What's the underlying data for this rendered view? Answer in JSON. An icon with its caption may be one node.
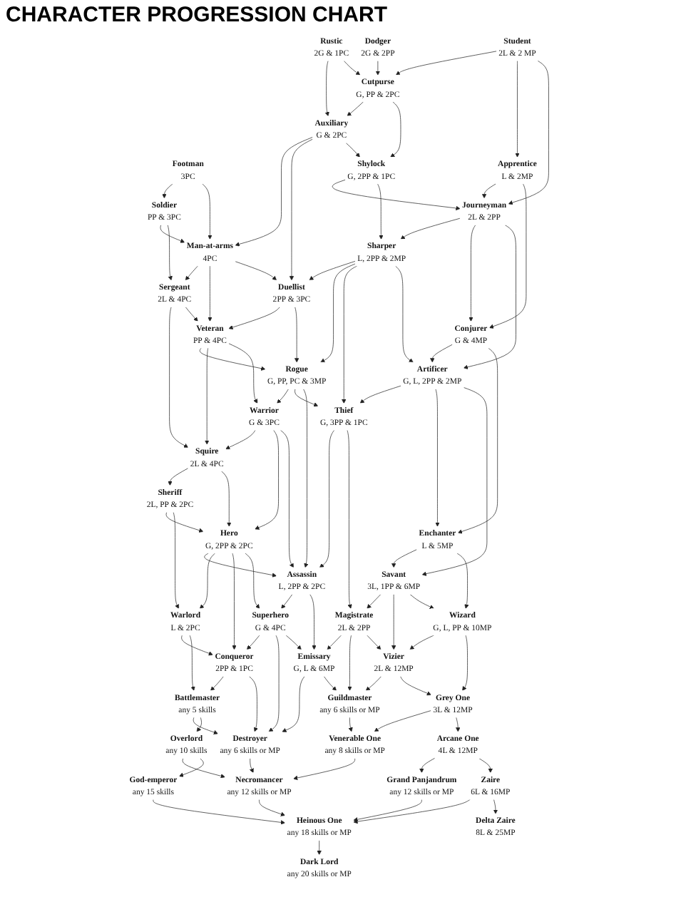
{
  "diagram": {
    "title": "CHARACTER PROGRESSION CHART",
    "nodes": [
      {
        "text": [
          "Footman",
          "3PC"
        ]
      },
      {
        "text": [
          "Rustic",
          "2G & 1PC"
        ]
      },
      {
        "text": [
          "Dodger",
          "2G & 2PP"
        ]
      },
      {
        "text": [
          "Student",
          "2L & 2 MP"
        ]
      },
      {
        "text": [
          "Soldier",
          "PP & 3PC"
        ]
      },
      {
        "text": [
          "Auxiliary",
          "G & 2PC"
        ]
      },
      {
        "text": [
          "Cutpurse",
          "G, PP & 2PC"
        ]
      },
      {
        "text": [
          "Apprentice",
          "L & 2MP"
        ]
      },
      {
        "text": [
          "Man-at-arms",
          "4PC"
        ]
      },
      {
        "text": [
          "Shylock",
          "G, 2PP & 1PC"
        ]
      },
      {
        "text": [
          "Journeyman",
          "2L & 2PP"
        ]
      },
      {
        "text": [
          "Sergeant",
          "2L & 4PC"
        ]
      },
      {
        "text": [
          "Duellist",
          "2PP & 3PC"
        ]
      },
      {
        "text": [
          "Sharper",
          "L, 2PP & 2MP"
        ]
      },
      {
        "text": [
          "Conjurer",
          "G & 4MP"
        ]
      },
      {
        "text": [
          "Veteran",
          "PP & 4PC"
        ]
      },
      {
        "text": [
          "Rogue",
          "G, PP, PC & 3MP"
        ]
      },
      {
        "text": [
          "Artificer",
          "G, L, 2PP & 2MP"
        ]
      },
      {
        "text": [
          "Squire",
          "2L & 4PC"
        ]
      },
      {
        "text": [
          "Warrior",
          "G & 3PC"
        ]
      },
      {
        "text": [
          "Thief",
          "G, 3PP & 1PC"
        ]
      },
      {
        "text": [
          "Enchanter",
          "L & 5MP"
        ]
      },
      {
        "text": [
          "Sheriff",
          "2L, PP & 2PC"
        ]
      },
      {
        "text": [
          "Hero",
          "G, 2PP & 2PC"
        ]
      },
      {
        "text": [
          "Assassin",
          "L, 2PP & 2PC"
        ]
      },
      {
        "text": [
          "Savant",
          "3L, 1PP & 6MP"
        ]
      },
      {
        "text": [
          "Warlord",
          "L & 2PC"
        ]
      },
      {
        "text": [
          "Superhero",
          "G & 4PC"
        ]
      },
      {
        "text": [
          "Magistrate",
          "2L & 2PP"
        ]
      },
      {
        "text": [
          "Wizard",
          "G, L, PP & 10MP"
        ]
      },
      {
        "text": [
          "Conqueror",
          "2PP & 1PC"
        ]
      },
      {
        "text": [
          "Emissary",
          "G, L & 6MP"
        ]
      },
      {
        "text": [
          "Vizier",
          "2L & 12MP"
        ]
      },
      {
        "text": [
          "Battlemaster",
          "any 5 skills"
        ]
      },
      {
        "text": [
          "Destroyer",
          "any 6 skills or MP"
        ]
      },
      {
        "text": [
          "Guildmaster",
          "any 6 skills or MP"
        ]
      },
      {
        "text": [
          "Grey One",
          "3L & 12MP"
        ]
      },
      {
        "text": [
          "Overlord",
          "any 10 skills"
        ]
      },
      {
        "text": [
          "Necromancer",
          "any 12 skills or MP"
        ]
      },
      {
        "text": [
          "Venerable One",
          "any 8 skills or MP"
        ]
      },
      {
        "text": [
          "Arcane One",
          "4L & 12MP"
        ]
      },
      {
        "text": [
          "God-emperor",
          "any 15 skills"
        ]
      },
      {
        "text": [
          "Heinous One",
          "any 18 skills or MP"
        ]
      },
      {
        "text": [
          "Grand Panjandrum",
          "any 12 skills or MP"
        ]
      },
      {
        "text": [
          "Zaire",
          "6L & 16MP"
        ]
      },
      {
        "text": [
          "Dark Lord",
          "any 20 skills or MP"
        ]
      },
      {
        "text": [
          "Delta Zaire",
          "8L & 25MP"
        ]
      }
    ],
    "edges": [
      {
        "from": 0,
        "to": 4,
        "arrow": "to"
      },
      {
        "from": 0,
        "to": 8,
        "arrow": "to"
      },
      {
        "from": 1,
        "to": 5,
        "arrow": "to"
      },
      {
        "from": 1,
        "to": 6,
        "arrow": "to"
      },
      {
        "from": 2,
        "to": 6,
        "arrow": "to"
      },
      {
        "from": 3,
        "to": 6,
        "arrow": "to"
      },
      {
        "from": 3,
        "to": 7,
        "arrow": "to"
      },
      {
        "from": 3,
        "to": 10,
        "arrow": "to"
      },
      {
        "from": 6,
        "to": 5,
        "arrow": "to"
      },
      {
        "from": 6,
        "to": 9,
        "arrow": "to"
      },
      {
        "from": 7,
        "to": 10,
        "arrow": "to"
      },
      {
        "from": 7,
        "to": 14,
        "arrow": "to"
      },
      {
        "from": 4,
        "to": 8,
        "arrow": "to"
      },
      {
        "from": 4,
        "to": 11,
        "arrow": "to"
      },
      {
        "from": 5,
        "to": 8,
        "arrow": "to"
      },
      {
        "from": 5,
        "to": 12,
        "arrow": "to"
      },
      {
        "from": 5,
        "to": 9,
        "arrow": "to"
      },
      {
        "from": 9,
        "to": 10,
        "arrow": "to"
      },
      {
        "from": 9,
        "to": 13,
        "arrow": "to"
      },
      {
        "from": 10,
        "to": 13,
        "arrow": "to"
      },
      {
        "from": 10,
        "to": 14,
        "arrow": "to"
      },
      {
        "from": 10,
        "to": 17,
        "arrow": "to"
      },
      {
        "from": 8,
        "to": 11,
        "arrow": "to"
      },
      {
        "from": 8,
        "to": 15,
        "arrow": "to"
      },
      {
        "from": 8,
        "to": 12,
        "arrow": "to"
      },
      {
        "from": 13,
        "to": 12,
        "arrow": "to"
      },
      {
        "from": 11,
        "to": 18,
        "arrow": "to"
      },
      {
        "from": 11,
        "to": 15,
        "arrow": "to"
      },
      {
        "from": 12,
        "to": 15,
        "arrow": "to"
      },
      {
        "from": 12,
        "to": 16,
        "arrow": "to"
      },
      {
        "from": 13,
        "to": 16,
        "arrow": "to"
      },
      {
        "from": 13,
        "to": 20,
        "arrow": "to"
      },
      {
        "from": 13,
        "to": 17,
        "arrow": "to"
      },
      {
        "from": 14,
        "to": 17,
        "arrow": "to"
      },
      {
        "from": 14,
        "to": 21,
        "arrow": "to"
      },
      {
        "from": 15,
        "to": 16,
        "arrow": "to"
      },
      {
        "from": 15,
        "to": 18,
        "arrow": "to"
      },
      {
        "from": 15,
        "to": 19,
        "arrow": "to"
      },
      {
        "from": 16,
        "to": 19,
        "arrow": "to"
      },
      {
        "from": 16,
        "to": 20,
        "arrow": "to"
      },
      {
        "from": 16,
        "to": 24,
        "arrow": "to"
      },
      {
        "from": 17,
        "to": 20,
        "arrow": "to"
      },
      {
        "from": 17,
        "to": 21,
        "arrow": "to"
      },
      {
        "from": 17,
        "to": 25,
        "arrow": "to"
      },
      {
        "from": 18,
        "to": 22,
        "arrow": "to"
      },
      {
        "from": 18,
        "to": 23,
        "arrow": "to"
      },
      {
        "from": 19,
        "to": 18,
        "arrow": "to"
      },
      {
        "from": 19,
        "to": 23,
        "arrow": "to"
      },
      {
        "from": 19,
        "to": 24,
        "arrow": "to"
      },
      {
        "from": 20,
        "to": 24,
        "arrow": "to"
      },
      {
        "from": 20,
        "to": 28,
        "arrow": "to"
      },
      {
        "from": 21,
        "to": 25,
        "arrow": "to"
      },
      {
        "from": 21,
        "to": 29,
        "arrow": "to"
      },
      {
        "from": 22,
        "to": 23,
        "arrow": "to"
      },
      {
        "from": 22,
        "to": 26,
        "arrow": "to"
      },
      {
        "from": 23,
        "to": 24,
        "arrow": "to"
      },
      {
        "from": 23,
        "to": 26,
        "arrow": "to"
      },
      {
        "from": 23,
        "to": 30,
        "arrow": "to"
      },
      {
        "from": 23,
        "to": 27,
        "arrow": "to"
      },
      {
        "from": 24,
        "to": 27,
        "arrow": "to"
      },
      {
        "from": 24,
        "to": 31,
        "arrow": "to"
      },
      {
        "from": 25,
        "to": 28,
        "arrow": "to"
      },
      {
        "from": 25,
        "to": 32,
        "arrow": "to"
      },
      {
        "from": 25,
        "to": 29,
        "arrow": "to"
      },
      {
        "from": 26,
        "to": 30,
        "arrow": "to"
      },
      {
        "from": 26,
        "to": 33,
        "arrow": "to"
      },
      {
        "from": 27,
        "to": 30,
        "arrow": "to"
      },
      {
        "from": 27,
        "to": 34,
        "arrow": "to"
      },
      {
        "from": 27,
        "to": 31,
        "arrow": "to"
      },
      {
        "from": 28,
        "to": 31,
        "arrow": "to"
      },
      {
        "from": 28,
        "to": 35,
        "arrow": "to"
      },
      {
        "from": 28,
        "to": 32,
        "arrow": "to"
      },
      {
        "from": 29,
        "to": 32,
        "arrow": "to"
      },
      {
        "from": 29,
        "to": 36,
        "arrow": "to"
      },
      {
        "from": 30,
        "to": 33,
        "arrow": "to"
      },
      {
        "from": 30,
        "to": 34,
        "arrow": "to"
      },
      {
        "from": 31,
        "to": 34,
        "arrow": "to"
      },
      {
        "from": 31,
        "to": 35,
        "arrow": "to"
      },
      {
        "from": 32,
        "to": 35,
        "arrow": "to"
      },
      {
        "from": 32,
        "to": 36,
        "arrow": "to"
      },
      {
        "from": 33,
        "to": 34,
        "arrow": "to"
      },
      {
        "from": 33,
        "to": 37,
        "arrow": "to"
      },
      {
        "from": 34,
        "to": 38,
        "arrow": "to"
      },
      {
        "from": 35,
        "to": 39,
        "arrow": "to"
      },
      {
        "from": 36,
        "to": 39,
        "arrow": "to"
      },
      {
        "from": 36,
        "to": 40,
        "arrow": "to"
      },
      {
        "from": 37,
        "to": 38,
        "arrow": "to"
      },
      {
        "from": 37,
        "to": 41,
        "arrow": "to"
      },
      {
        "from": 39,
        "to": 38,
        "arrow": "to"
      },
      {
        "from": 38,
        "to": 42,
        "arrow": "to"
      },
      {
        "from": 40,
        "to": 43,
        "arrow": "to"
      },
      {
        "from": 40,
        "to": 44,
        "arrow": "to"
      },
      {
        "from": 41,
        "to": 42,
        "arrow": "to"
      },
      {
        "from": 43,
        "to": 42,
        "arrow": "to"
      },
      {
        "from": 44,
        "to": 42,
        "arrow": "to"
      },
      {
        "from": 44,
        "to": 46,
        "arrow": "to"
      },
      {
        "from": 42,
        "to": 45,
        "arrow": "to"
      }
    ]
  }
}
